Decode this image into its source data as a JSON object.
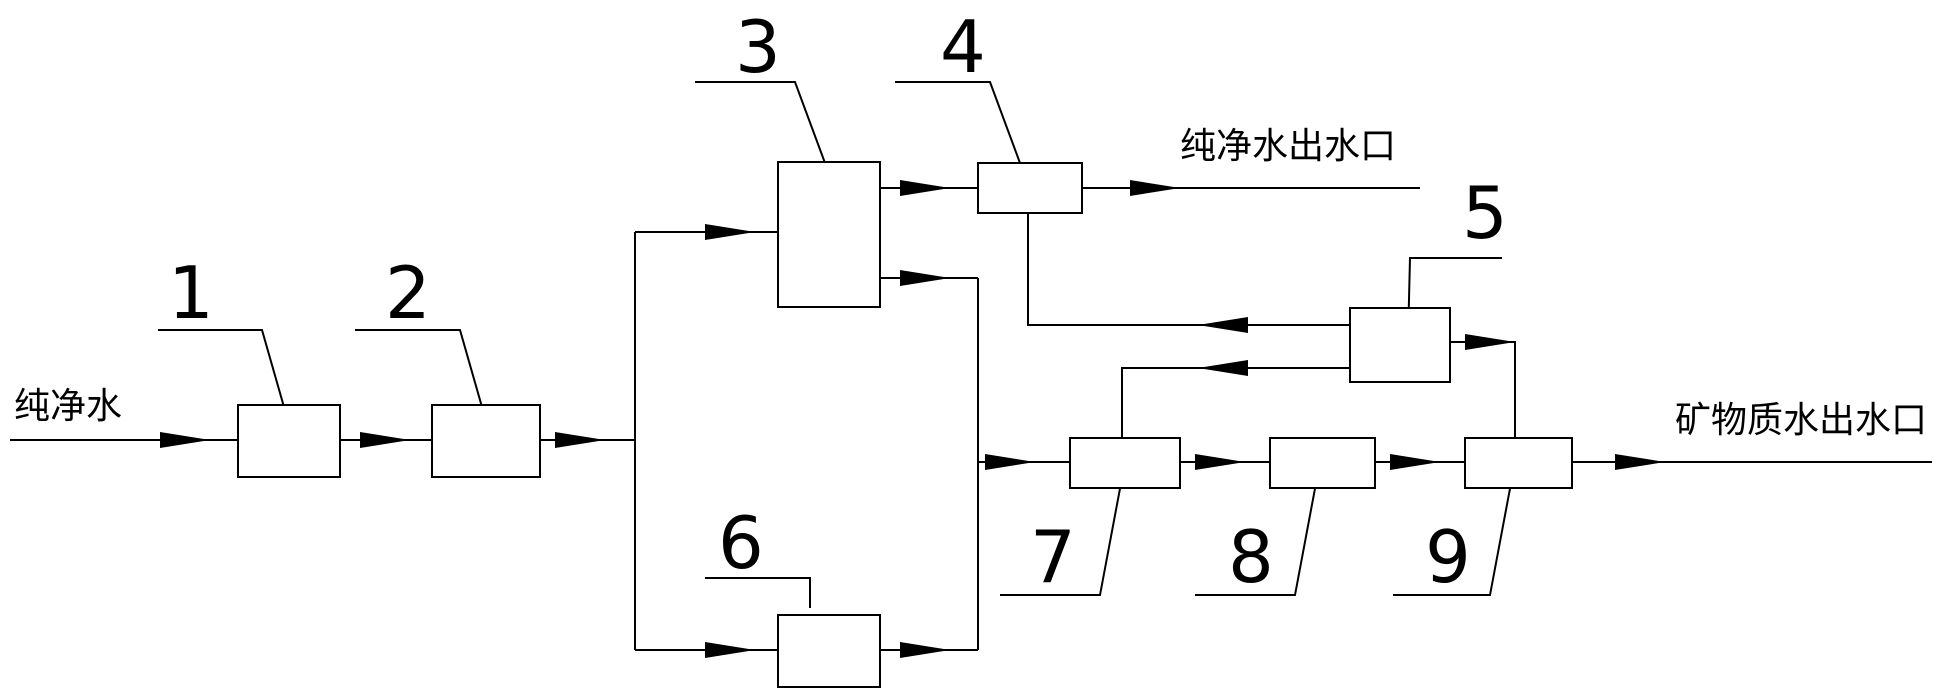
{
  "colors": {
    "line": "#000000",
    "background": "#ffffff"
  },
  "labels": {
    "inlet": "纯净水",
    "pure_outlet": "纯净水出水口",
    "mineral_outlet": "矿物质水出水口"
  },
  "components": [
    {
      "id": "1",
      "label": "1"
    },
    {
      "id": "2",
      "label": "2"
    },
    {
      "id": "3",
      "label": "3"
    },
    {
      "id": "4",
      "label": "4"
    },
    {
      "id": "5",
      "label": "5"
    },
    {
      "id": "6",
      "label": "6"
    },
    {
      "id": "7",
      "label": "7"
    },
    {
      "id": "8",
      "label": "8"
    },
    {
      "id": "9",
      "label": "9"
    }
  ]
}
